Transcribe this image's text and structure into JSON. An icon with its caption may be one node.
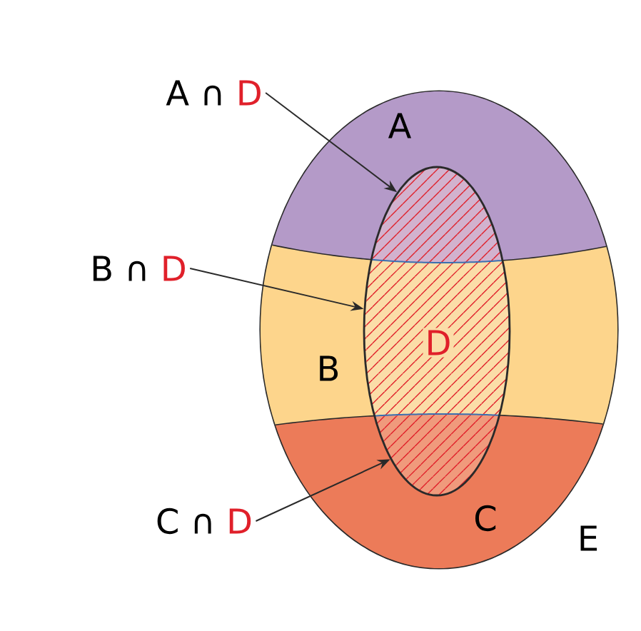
{
  "diagram": {
    "nodes": [
      {
        "text": [
          "E"
        ]
      },
      {
        "text": [
          "A"
        ],
        "in": 0
      },
      {
        "text": [
          "B"
        ],
        "in": 0
      },
      {
        "text": [
          "C"
        ],
        "in": 0
      },
      {
        "text": [
          "D"
        ],
        "in": 0
      },
      {
        "text": [
          "A ∩",
          "D"
        ]
      },
      {
        "text": [
          "B ∩",
          "D"
        ]
      },
      {
        "text": [
          "C ∩",
          "D"
        ]
      }
    ],
    "edges": [
      {
        "from": 5,
        "to": 4,
        "arrow": "to"
      },
      {
        "from": 6,
        "to": 4,
        "arrow": "to"
      },
      {
        "from": 7,
        "to": 4,
        "arrow": "to"
      }
    ]
  }
}
